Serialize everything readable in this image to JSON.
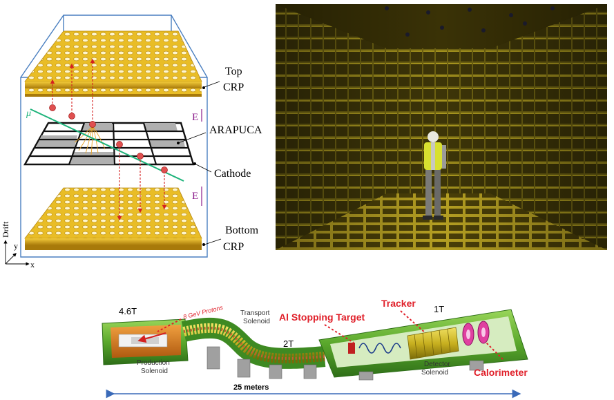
{
  "panel_a": {
    "labels": {
      "top_crp_line1": "Top",
      "top_crp_line2": "CRP",
      "arapuca": "ARAPUCA",
      "cathode": "Cathode",
      "bottom_crp_line1": "Bottom",
      "bottom_crp_line2": "CRP",
      "field_e": "E",
      "muon": "μ",
      "axis_drift": "Drift",
      "axis_y": "y",
      "axis_x": "x"
    },
    "colors": {
      "crp_gold": "#e6b820",
      "crp_dark": "#a8780a",
      "track_green": "#1db37a",
      "drift_red": "#d42020",
      "field_purple": "#8a1a8a",
      "frame_blue": "#4a7fc0"
    }
  },
  "panel_b": {
    "colors": {
      "wall_gold": "#8a7a18",
      "floor_gold": "#b09a20",
      "vest_yellow": "#d8e030"
    }
  },
  "panel_c": {
    "labels": {
      "field_46": "4.6T",
      "protons": "8 GeV Protons",
      "transport_line1": "Transport",
      "transport_line2": "Solenoid",
      "al_target": "Al Stopping Target",
      "tracker": "Tracker",
      "field_1t": "1T",
      "field_2t": "2T",
      "production_line1": "Production",
      "production_line2": "Solenoid",
      "detector_line1": "Detector",
      "detector_line2": "Solenoid",
      "calorimeter": "Calorimeter",
      "length": "25 meters"
    },
    "colors": {
      "solenoid_green": "#6fbf3a",
      "label_red": "#e0202a",
      "arrow_blue": "#3a6ab8",
      "calorimeter_pink": "#e040a0"
    }
  }
}
